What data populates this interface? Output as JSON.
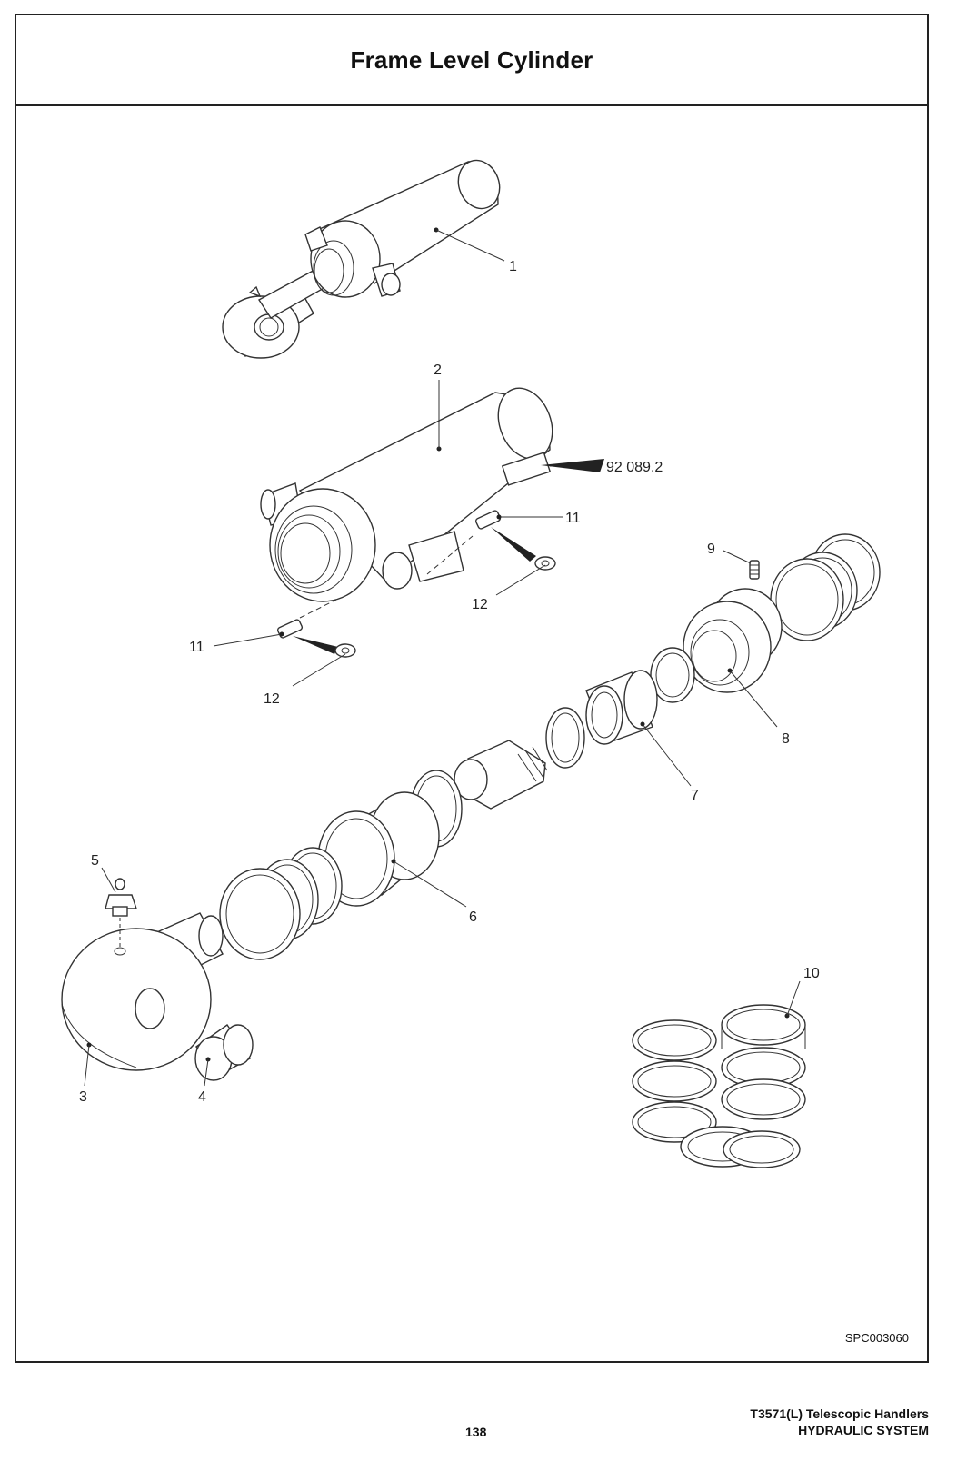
{
  "title": "Frame Level Cylinder",
  "callouts": {
    "c1": "1",
    "c2": "2",
    "c3": "3",
    "c4": "4",
    "c5": "5",
    "c6": "6",
    "c7": "7",
    "c8": "8",
    "c9": "9",
    "c10": "10",
    "c11a": "11",
    "c11b": "11",
    "c12a": "12",
    "c12b": "12",
    "label_ref": "92 089.2"
  },
  "drawing_code": "SPC003060",
  "footer": {
    "page_number": "138",
    "product": "T3571(L) Telescopic Handlers",
    "section": "HYDRAULIC SYSTEM"
  },
  "colors": {
    "line": "#333333",
    "background": "#ffffff"
  }
}
